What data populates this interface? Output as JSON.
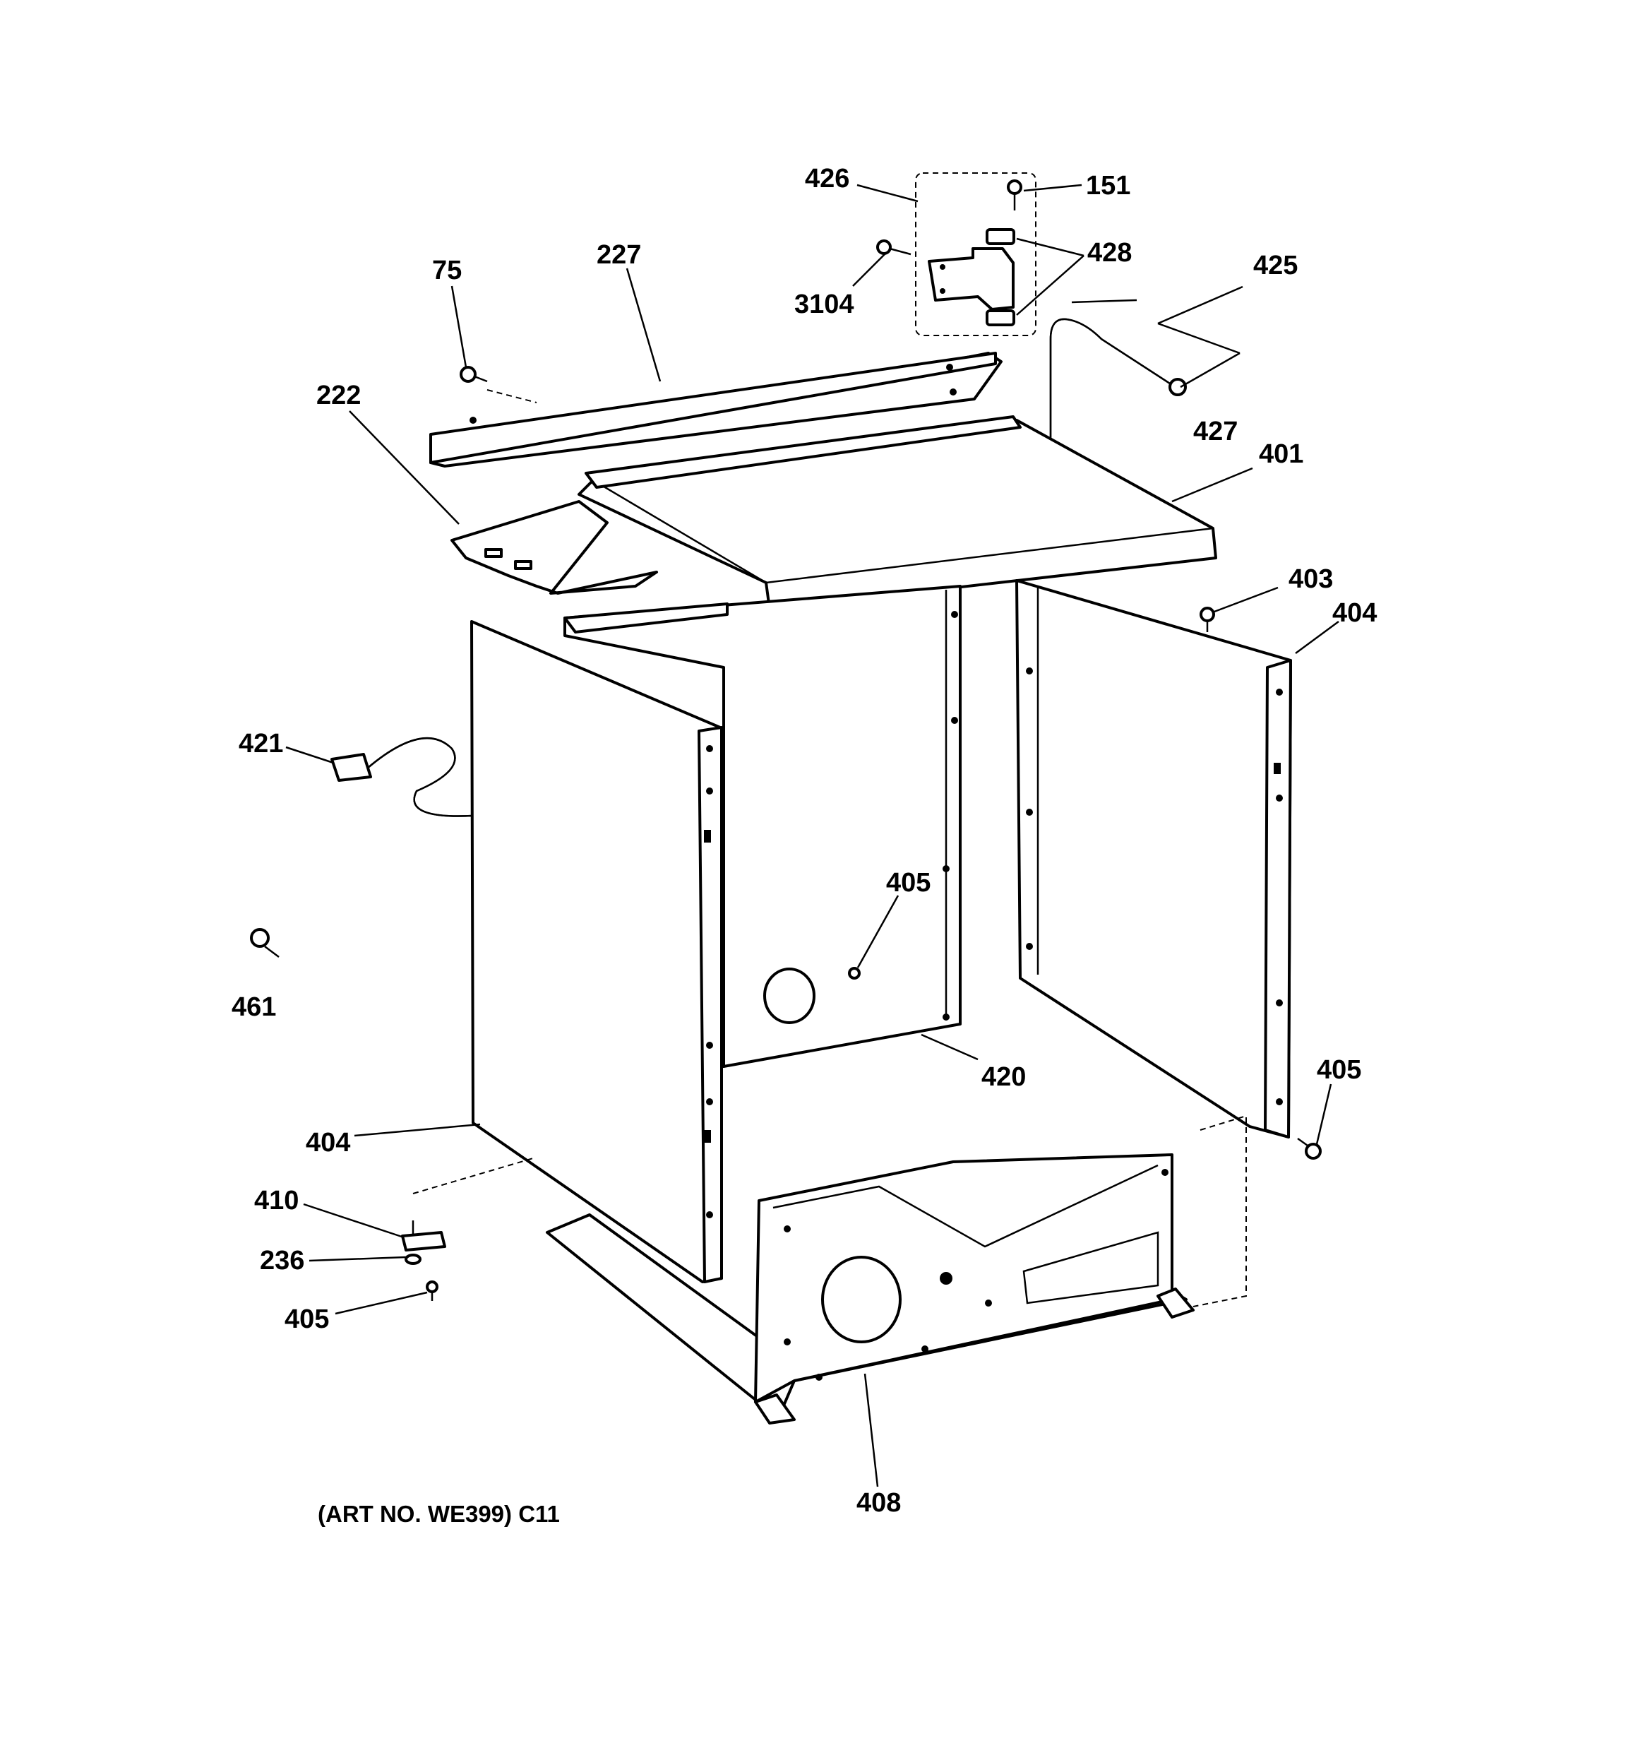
{
  "caption": "(ART NO. WE399) C11",
  "callouts": {
    "c426": "426",
    "c151": "151",
    "c428": "428",
    "c3104": "3104",
    "c425": "425",
    "c427": "427",
    "c227": "227",
    "c75": "75",
    "c222": "222",
    "c401": "401",
    "c403": "403",
    "c404_right": "404",
    "c421": "421",
    "c405_center": "405",
    "c461": "461",
    "c420": "420",
    "c405_right": "405",
    "c404_left": "404",
    "c410": "410",
    "c236": "236",
    "c405_left": "405",
    "c408": "408"
  }
}
